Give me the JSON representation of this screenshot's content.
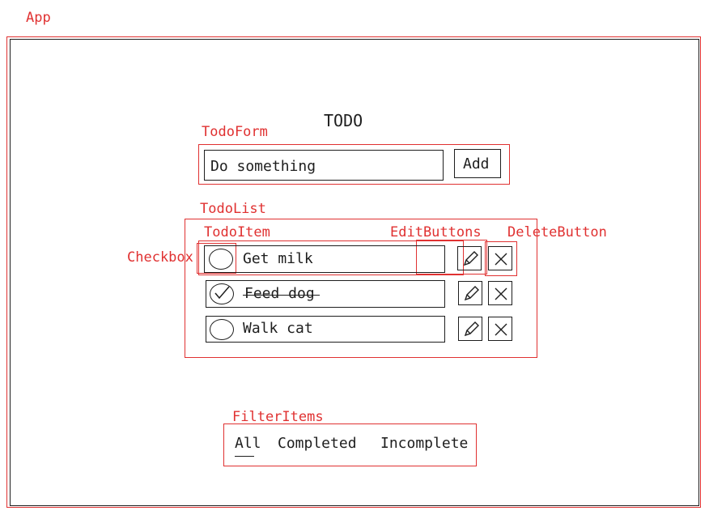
{
  "annotations": {
    "app": "App",
    "todo_form": "TodoForm",
    "todo_list": "TodoList",
    "todo_item": "TodoItem",
    "checkbox": "Checkbox",
    "edit_buttons": "EditButtons",
    "delete_button": "DeleteButton",
    "filter_items": "FilterItems"
  },
  "title": "TODO",
  "form": {
    "input_value": "Do something",
    "add_label": "Add"
  },
  "todos": [
    {
      "text": "Get milk",
      "completed": false
    },
    {
      "text": "Feed dog",
      "completed": true
    },
    {
      "text": "Walk cat",
      "completed": false
    }
  ],
  "filters": [
    {
      "label": "All",
      "active": true
    },
    {
      "label": "Completed",
      "active": false
    },
    {
      "label": "Incomplete",
      "active": false
    }
  ],
  "colors": {
    "annotation": "#e03131",
    "sketch": "#1e1e1e"
  },
  "icons": {
    "edit": "pencil-icon",
    "delete": "x-icon",
    "checkbox_checked": "checkmark-icon"
  }
}
